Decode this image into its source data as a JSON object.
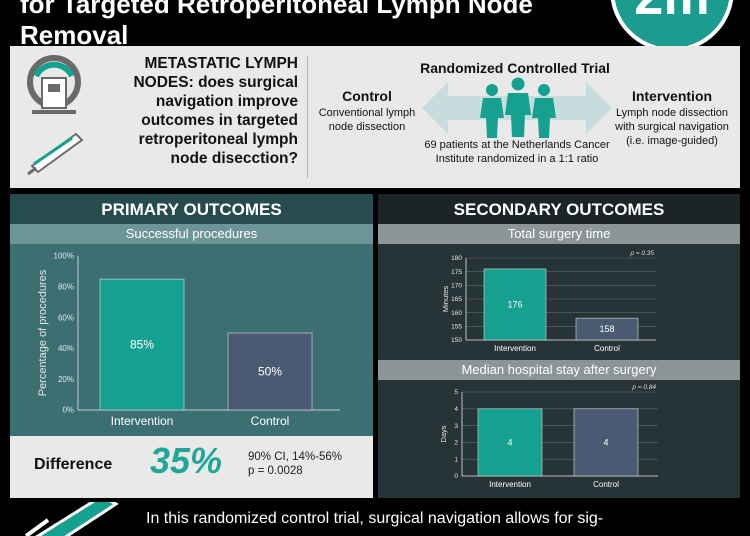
{
  "header": {
    "title": "for Targeted Retroperitoneal Lymph Node\nRemoval"
  },
  "intro": {
    "headline_strong": "METASTATIC LYMPH NODES:",
    "headline_rest": " does surgical navigation improve outcomes in targeted retroperitoneal lymph node disecction?"
  },
  "trial": {
    "title": "Randomized Controlled Trial",
    "control_label": "Control",
    "control_desc": "Conventional lymph node dissection",
    "intervention_label": "Intervention",
    "intervention_desc": "Lymph node dissection with surgical navigation (i.e. image-guided)",
    "patients_text": "69 patients at the Netherlands Cancer Institute randomized in a 1:1 ratio"
  },
  "primary": {
    "title": "PRIMARY OUTCOMES",
    "subtitle": "Successful procedures",
    "difference_label": "Difference",
    "difference_value": "35%",
    "difference_ci": "90% CI, 14%-56%",
    "difference_p": "p = 0.0028"
  },
  "secondary": {
    "title": "SECONDARY OUTCOMES",
    "subtitle1": "Total surgery time",
    "subtitle2": "Median hospital stay after surgery"
  },
  "conclusion": {
    "text": "In this randomized control trial, surgical navigation allows for sig-"
  },
  "colors": {
    "intervention": "#16a08f",
    "control": "#4a5a72",
    "accent": "#1fa89a"
  },
  "chart_data": [
    {
      "type": "bar",
      "title": "Successful procedures",
      "categories": [
        "Intervention",
        "Control"
      ],
      "values": [
        85,
        50
      ],
      "value_labels": [
        "85%",
        "50%"
      ],
      "ylabel": "Percentage of procedures",
      "ylim": [
        0,
        100
      ],
      "yticks": [
        "0%",
        "20%",
        "40%",
        "60%",
        "80%",
        "100%"
      ],
      "grid": false
    },
    {
      "type": "bar",
      "title": "Total surgery time",
      "categories": [
        "Intervention",
        "Control"
      ],
      "values": [
        176,
        158
      ],
      "value_labels": [
        "176",
        "158"
      ],
      "ylabel": "Minutes",
      "ylim": [
        150,
        180
      ],
      "yticks": [
        "150",
        "155",
        "160",
        "165",
        "170",
        "175",
        "180"
      ],
      "annotation": "p = 0.35",
      "grid": true
    },
    {
      "type": "bar",
      "title": "Median hospital stay after surgery",
      "categories": [
        "Intervention",
        "Control"
      ],
      "values": [
        4,
        4
      ],
      "value_labels": [
        "4",
        "4"
      ],
      "ylabel": "Days",
      "ylim": [
        0,
        5
      ],
      "yticks": [
        "0",
        "1",
        "2",
        "3",
        "4",
        "5"
      ],
      "annotation": "p = 0.84",
      "grid": true
    }
  ]
}
